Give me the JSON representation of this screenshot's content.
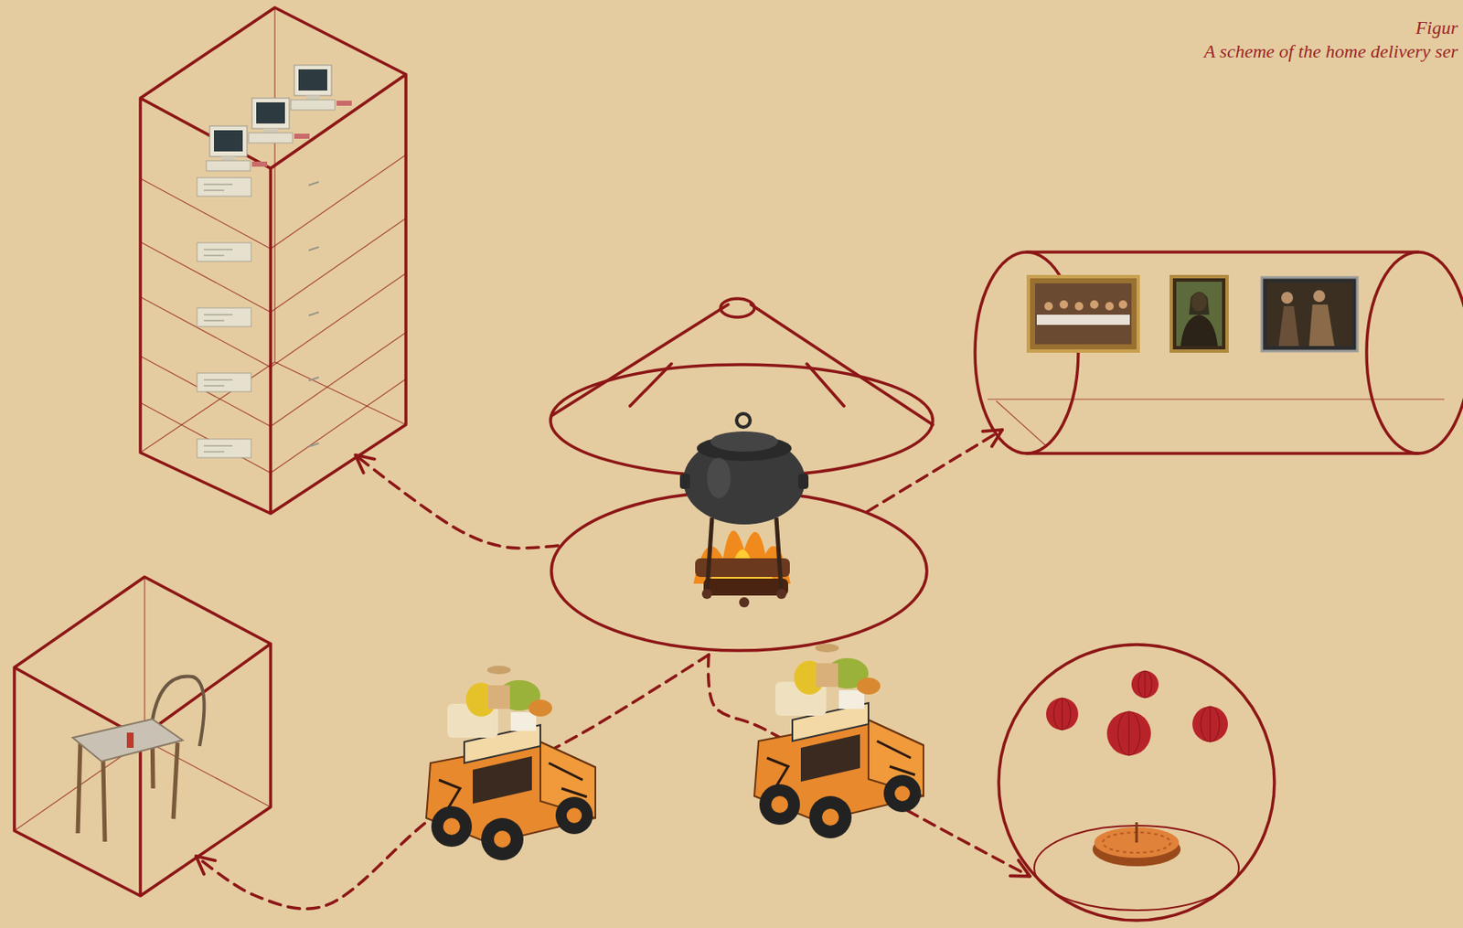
{
  "diagram": {
    "title": "Figur",
    "caption": "A scheme of the home delivery ser",
    "nodes": [
      {
        "text": []
      },
      {
        "text": []
      },
      {
        "text": []
      },
      {
        "text": []
      },
      {
        "text": []
      }
    ],
    "edges": [
      {
        "from": 1,
        "to": 0,
        "arrow": "to"
      },
      {
        "from": 1,
        "to": 2,
        "arrow": "to"
      },
      {
        "from": 1,
        "to": 3,
        "arrow": "to"
      },
      {
        "from": 1,
        "to": 4,
        "arrow": "to"
      }
    ]
  }
}
